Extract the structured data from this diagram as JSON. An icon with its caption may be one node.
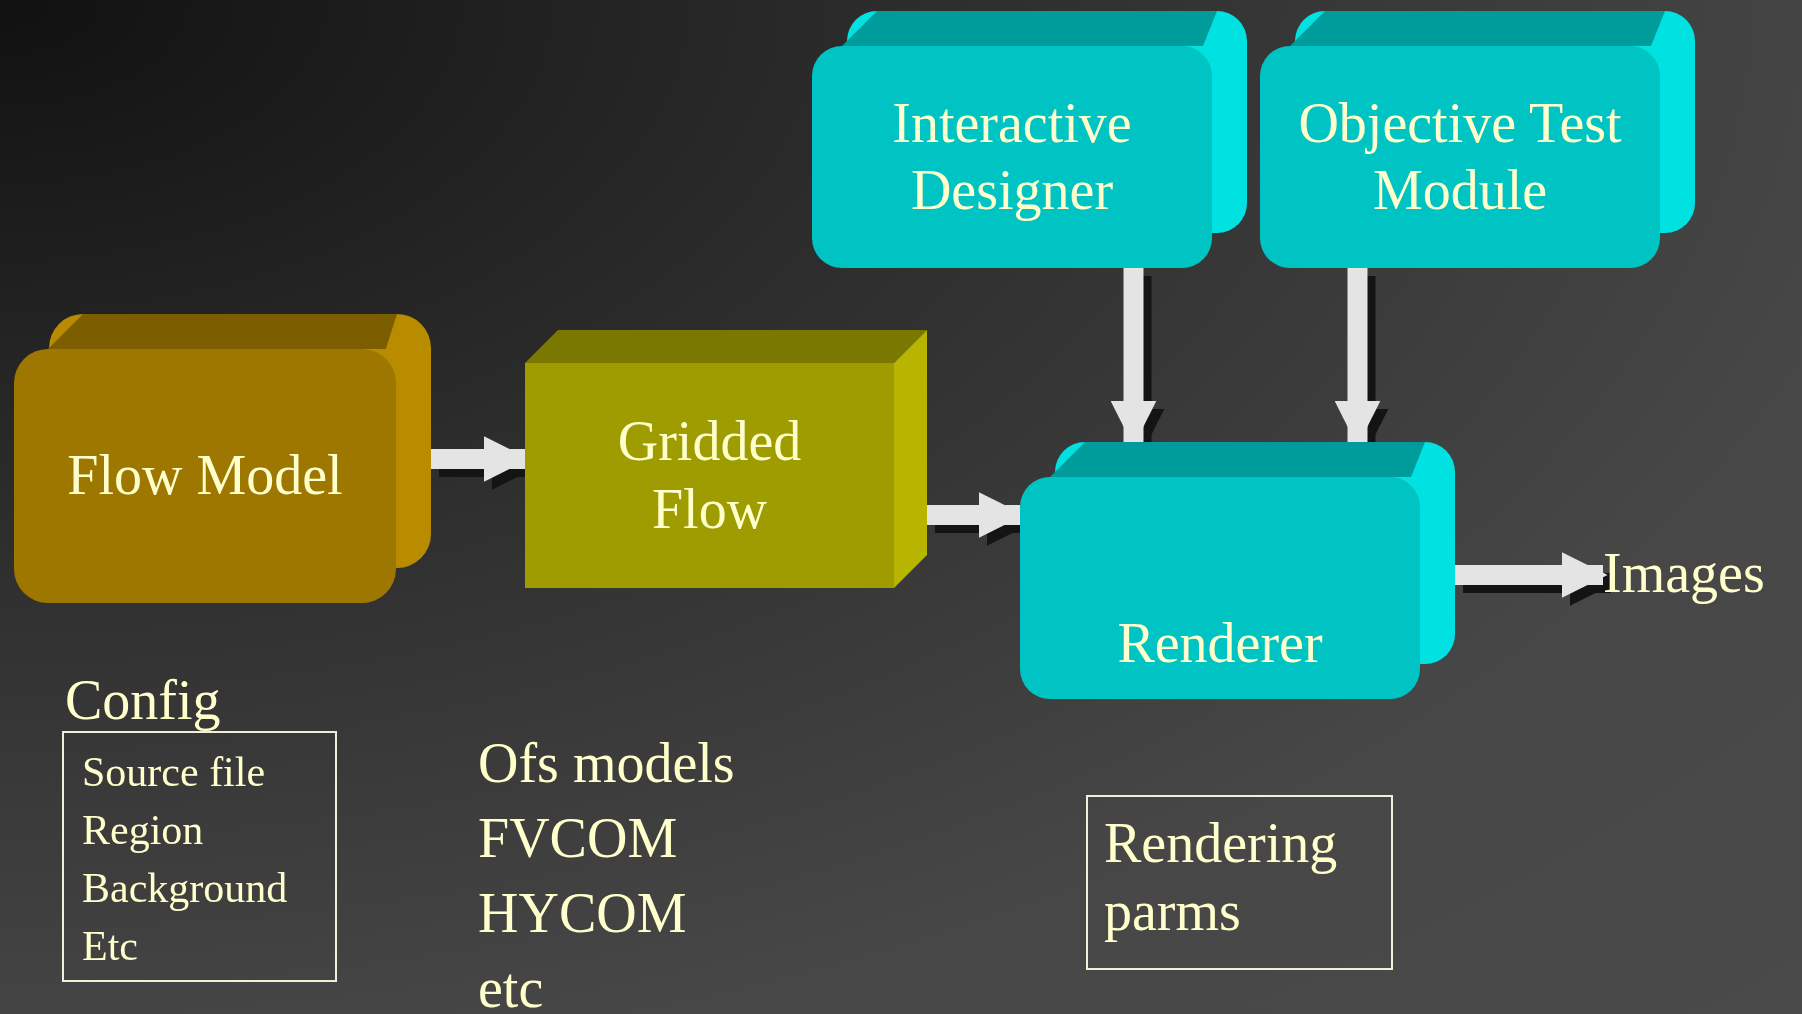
{
  "diagram": {
    "nodes": [
      {
        "text": [
          "Flow Model"
        ]
      },
      {
        "text": [
          "Gridded Flow"
        ]
      },
      {
        "text": [
          "Interactive Designer"
        ]
      },
      {
        "text": [
          "Objective Test Module"
        ]
      },
      {
        "text": [
          "Renderer"
        ]
      },
      {
        "text": [
          "Images"
        ]
      },
      {
        "text": [
          "Config",
          "Source file",
          "Region",
          "Background",
          "Etc"
        ]
      },
      {
        "text": [
          "Rendering parms"
        ]
      }
    ],
    "edges": [
      {
        "from": 0,
        "to": 1,
        "arrow": "to"
      },
      {
        "from": 1,
        "to": 4,
        "arrow": "to"
      },
      {
        "from": 2,
        "to": 4,
        "arrow": "to"
      },
      {
        "from": 3,
        "to": 4,
        "arrow": "to"
      },
      {
        "from": 4,
        "to": 5,
        "arrow": "to"
      }
    ],
    "labels": [
      "Ofs models",
      "FVCOM",
      "HYCOM",
      "etc"
    ]
  }
}
